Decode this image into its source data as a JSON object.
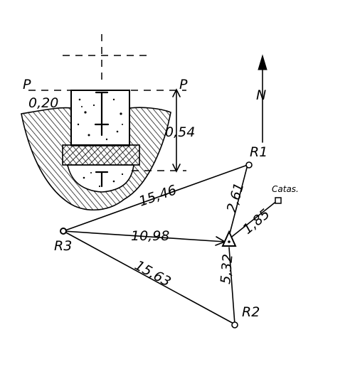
{
  "marker_detail": {
    "plane_label_left": "P",
    "plane_label_right": "P",
    "depth_top": "0,20",
    "depth_bottom": "0,54"
  },
  "north": {
    "label": "N"
  },
  "points": {
    "r1": "R1",
    "r2": "R2",
    "r3": "R3",
    "catas": "Catas."
  },
  "distances": {
    "r3_r1": "15,46",
    "r3_station": "10,98",
    "r3_r2": "15,63",
    "station_r1": "2,61",
    "station_catas": "1,85",
    "station_r2": "5,32"
  }
}
